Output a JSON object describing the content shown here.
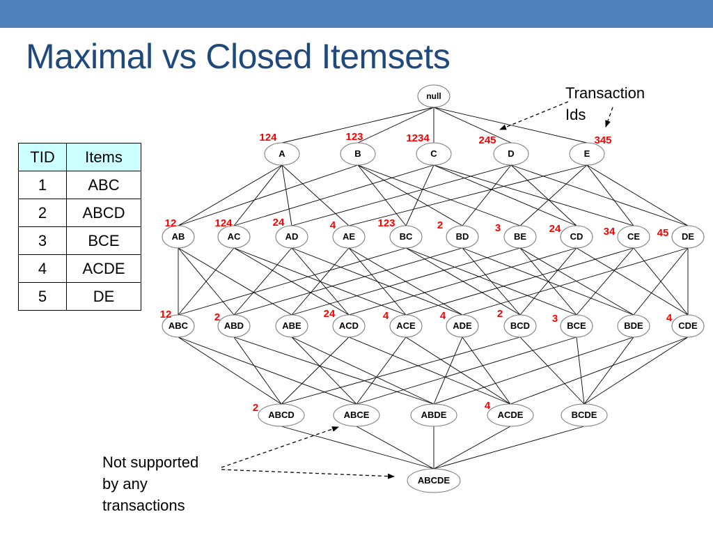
{
  "title": "Maximal vs Closed Itemsets",
  "colors": {
    "band": "#4f81bd",
    "title": "#1f497d",
    "table_header": "#ccffff",
    "support_label": "#ff0000"
  },
  "table": {
    "headers": [
      "TID",
      "Items"
    ],
    "rows": [
      [
        "1",
        "ABC"
      ],
      [
        "2",
        "ABCD"
      ],
      [
        "3",
        "BCE"
      ],
      [
        "4",
        "ACDE"
      ],
      [
        "5",
        "DE"
      ]
    ]
  },
  "lattice": {
    "null_label": "null",
    "levels": [
      [
        "A",
        "B",
        "C",
        "D",
        "E"
      ],
      [
        "AB",
        "AC",
        "AD",
        "AE",
        "BC",
        "BD",
        "BE",
        "CD",
        "CE",
        "DE"
      ],
      [
        "ABC",
        "ABD",
        "ABE",
        "ACD",
        "ACE",
        "ADE",
        "BCD",
        "BCE",
        "BDE",
        "CDE"
      ],
      [
        "ABCD",
        "ABCE",
        "ABDE",
        "ACDE",
        "BCDE"
      ],
      [
        "ABCDE"
      ]
    ],
    "support_labels": {
      "A": "124",
      "B": "123",
      "C": "1234",
      "D": "245",
      "E": "345",
      "AB": "12",
      "AC": "124",
      "AD": "24",
      "AE": "4",
      "BC": "123",
      "BD": "2",
      "BE": "3",
      "CD": "24",
      "CE": "34",
      "DE": "45",
      "ABC": "12",
      "ABD": "2",
      "ACD": "24",
      "ACE": "4",
      "ADE": "4",
      "BCD": "2",
      "BCE": "3",
      "CDE": "4",
      "ABCD": "2",
      "ACDE": "4"
    }
  },
  "callouts": {
    "transaction_ids": [
      "Transaction",
      "Ids"
    ],
    "not_supported": [
      "Not supported",
      "by any",
      "transactions"
    ]
  }
}
